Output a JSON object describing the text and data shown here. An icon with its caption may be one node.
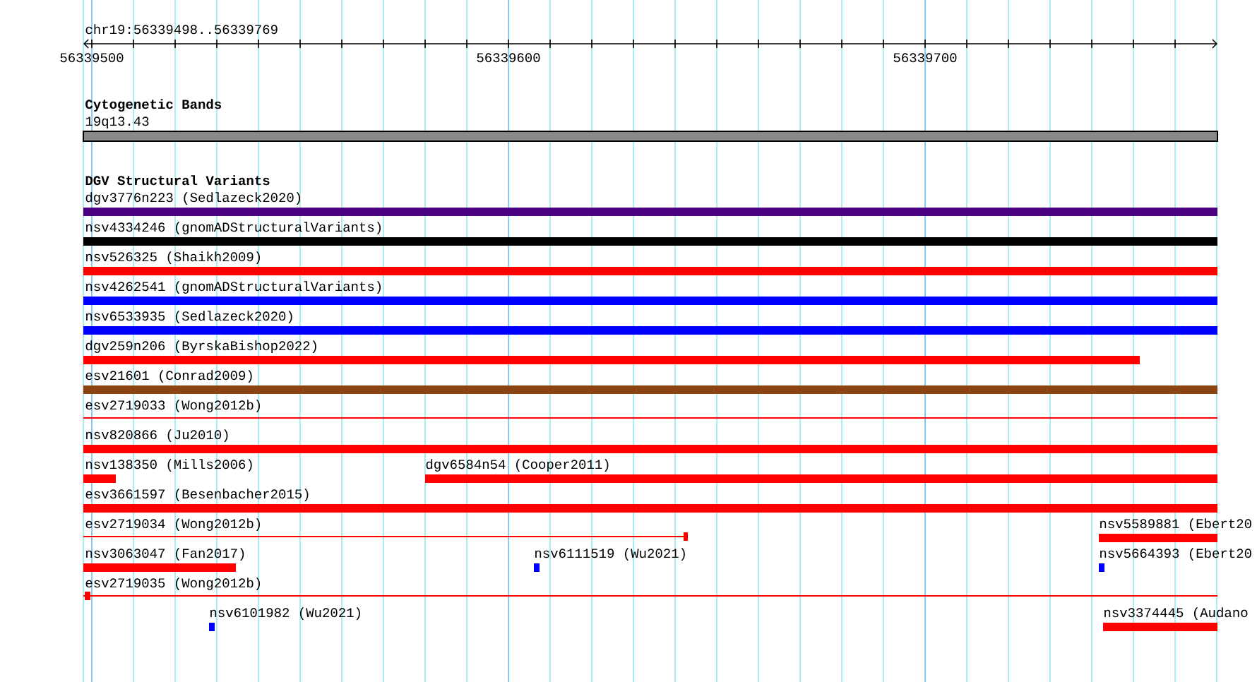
{
  "diagram": {
    "nodes": [
      {
        "text": [
          "19q13.43"
        ]
      },
      {
        "text": [
          "dgv3776n223 (Sedlazeck2020)"
        ]
      },
      {
        "text": [
          "nsv4334246 (gnomADStructuralVariants)"
        ]
      },
      {
        "text": [
          "nsv526325 (Shaikh2009)"
        ]
      },
      {
        "text": [
          "nsv4262541 (gnomADStructuralVariants)"
        ]
      },
      {
        "text": [
          "nsv6533935 (Sedlazeck2020)"
        ]
      },
      {
        "text": [
          "dgv259n206 (ByrskaBishop2022)"
        ]
      },
      {
        "text": [
          "esv21601 (Conrad2009)"
        ]
      },
      {
        "text": [
          "esv2719033 (Wong2012b)"
        ]
      },
      {
        "text": [
          "nsv820866 (Ju2010)"
        ]
      },
      {
        "text": [
          "nsv138350 (Mills2006)"
        ]
      },
      {
        "text": [
          "dgv6584n54 (Cooper2011)"
        ]
      },
      {
        "text": [
          "esv3661597 (Besenbacher2015)"
        ]
      },
      {
        "text": [
          "esv2719034 (Wong2012b)"
        ]
      },
      {
        "text": [
          "nsv5589881 (Ebert20"
        ]
      },
      {
        "text": [
          "nsv3063047 (Fan2017)"
        ]
      },
      {
        "text": [
          "nsv6111519 (Wu2021)"
        ]
      },
      {
        "text": [
          "nsv5664393 (Ebert20"
        ]
      },
      {
        "text": [
          "esv2719035 (Wong2012b)"
        ]
      },
      {
        "text": [
          "nsv6101982 (Wu2021)"
        ]
      },
      {
        "text": [
          "nsv3374445 (Audano"
        ]
      }
    ],
    "labels": [
      "chr19:56339498..56339769",
      "56339500",
      "56339600",
      "56339700",
      "Cytogenetic Bands",
      "DGV Structural Variants"
    ]
  }
}
